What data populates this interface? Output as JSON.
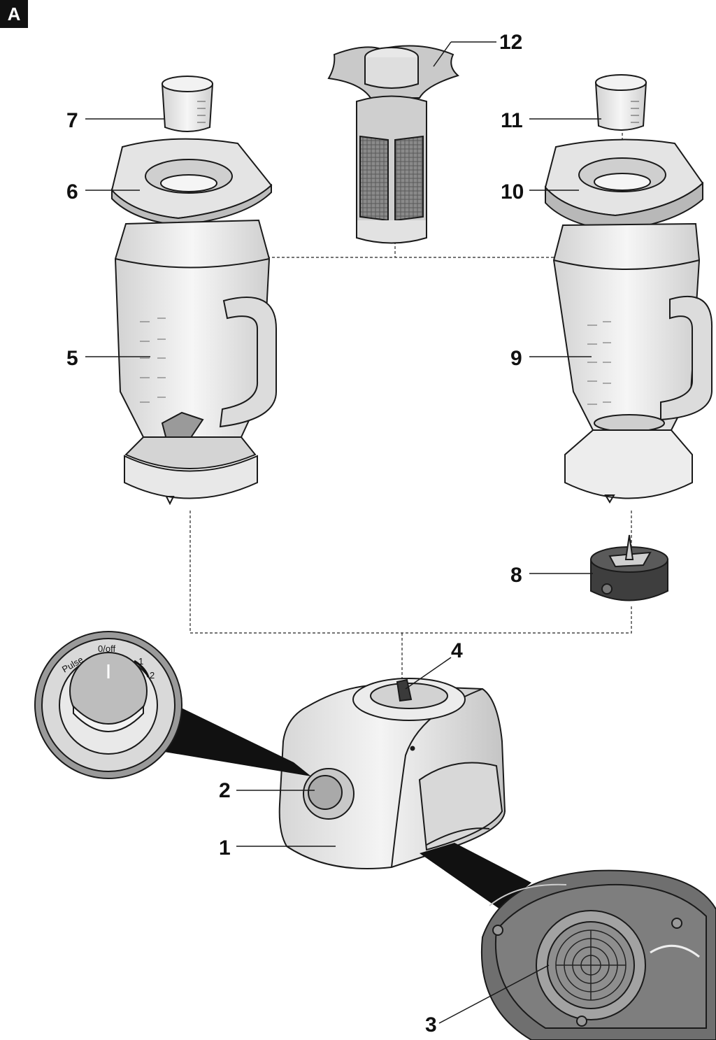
{
  "figure_tag": "A",
  "callouts": {
    "n1": "1",
    "n2": "2",
    "n3": "3",
    "n4": "4",
    "n5": "5",
    "n6": "6",
    "n7": "7",
    "n8": "8",
    "n9": "9",
    "n10": "10",
    "n11": "11",
    "n12": "12"
  },
  "knob": {
    "pulse": "Pulse",
    "off": "0/off",
    "speed1": "1",
    "speed2": "2"
  },
  "colors": {
    "outline": "#1a1a1a",
    "light_body": "#e6e6e6",
    "mid_grey": "#b5b5b5",
    "dark_grey": "#4a4a4a"
  }
}
